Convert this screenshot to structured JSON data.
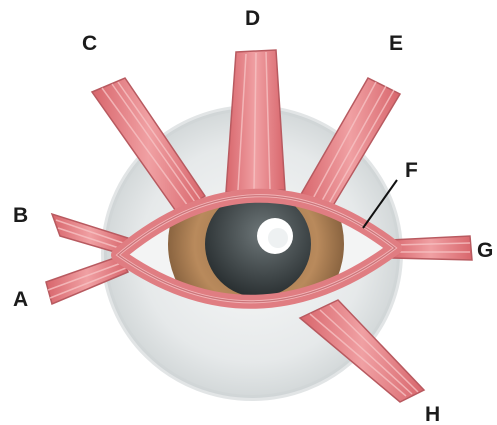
{
  "labels": {
    "A": "A",
    "B": "B",
    "C": "C",
    "D": "D",
    "E": "E",
    "F": "F",
    "G": "G",
    "H": "H"
  },
  "colors": {
    "muscle_fill": "#e8868a",
    "muscle_stroke": "#b85a60",
    "muscle_fiber": "#f4b7b9",
    "sclera": "#eef0f0",
    "sclera_shadow": "#c9cfd0",
    "iris": "#b9875a",
    "pupil": "#3c4244",
    "highlight": "#ffffff",
    "label_text": "#1b1b1b"
  }
}
